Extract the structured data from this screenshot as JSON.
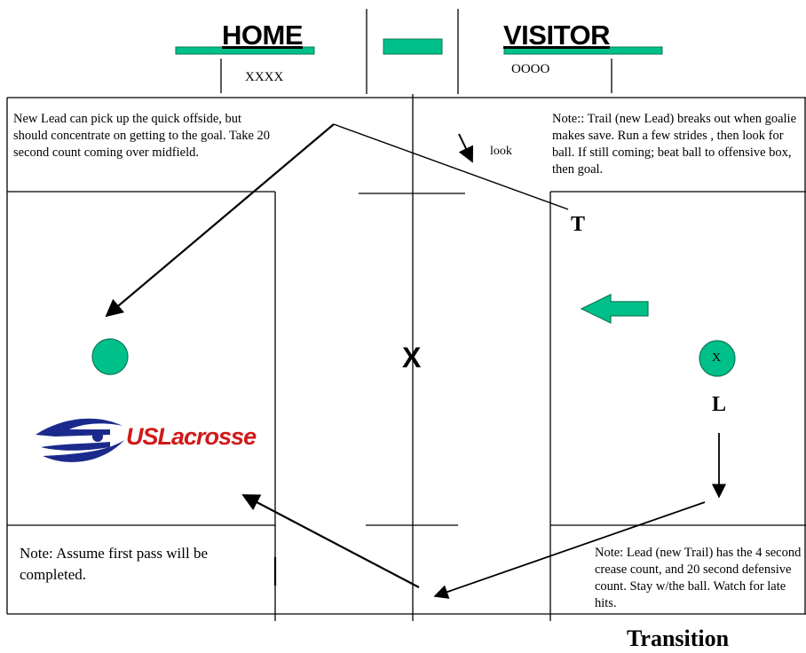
{
  "scoreboard": {
    "home_label": "HOME",
    "home_marks": "XXXX",
    "visitor_label": "VISITOR",
    "visitor_marks": "OOOO"
  },
  "notes": {
    "top_left": "New Lead can pick up the quick offside, but should concentrate on getting to the goal. Take 20 second count coming over midfield.",
    "top_right": "Note:: Trail (new Lead) breaks out when goalie makes save. Run a few strides , then look for ball.  If still coming; beat ball  to offensive box, then goal.",
    "bottom_left": "Note: Assume first pass will be completed.",
    "bottom_right": "Note:  Lead  (new Trail) has  the 4 second crease count, and 20 second defensive count.  Stay w/the ball. Watch for late hits."
  },
  "markers": {
    "look": "look",
    "trail": "T",
    "lead": "L",
    "center_x": "X",
    "player_x": "X"
  },
  "logo": {
    "text": "USLacrosse"
  },
  "caption": "Transition",
  "colors": {
    "green": "#00c08a",
    "green_dark": "#0a7a58",
    "logo_red": "#d11a1a",
    "logo_blue": "#1a2a8c"
  }
}
